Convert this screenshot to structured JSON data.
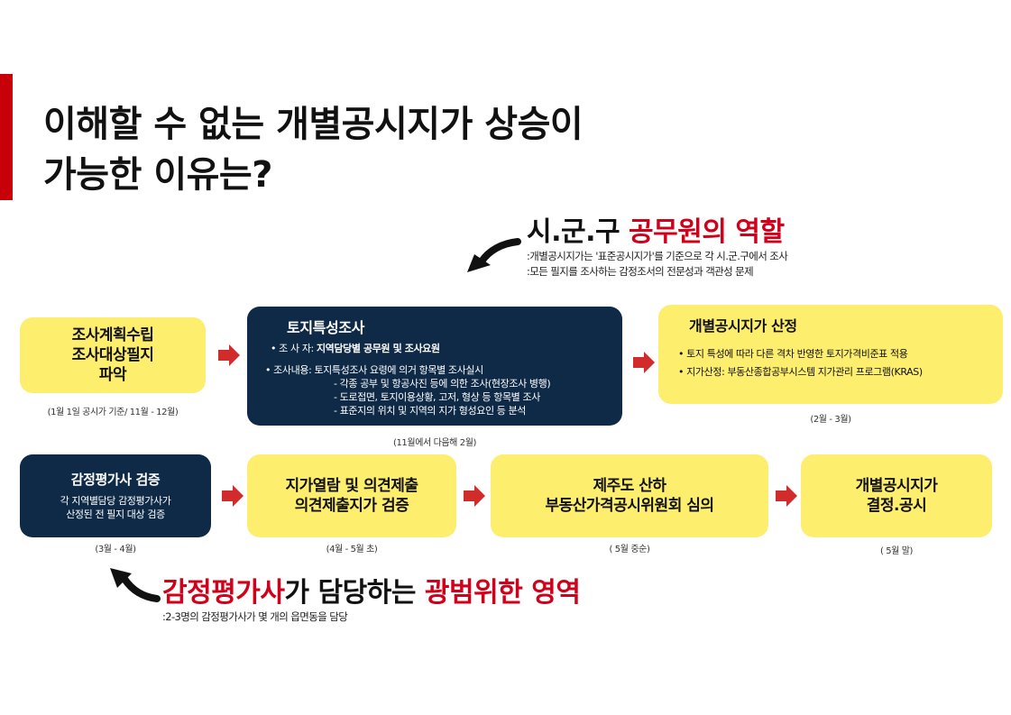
{
  "title": {
    "line1": "이해할 수 없는 개별공시지가 상승이",
    "line2": "가능한 이유는?"
  },
  "role": {
    "heading_black": "시.군.구",
    "heading_red": "공무원의 역할",
    "note1": ":개별공시지가는 '표준공시지가'를 기준으로 각 시.군.구에서 조사",
    "note2": ":모든 필지를 조사하는 감정조서의 전문성과 객관성 문제"
  },
  "steps": {
    "plan": {
      "line1": "조사계획수립",
      "line2": "조사대상필지",
      "line3": "파악",
      "caption": "(1월 1일 공시가 기준/ 11월 - 12월)"
    },
    "survey": {
      "title": "토지특성조사",
      "surveyor_label": "•   조   사   자: ",
      "surveyor_value": "지역담당별 공무원 및 조사요원",
      "content_label": "•  조사내용: 토지특성조사 요령에 의거 항목별 조사실시",
      "detail1": "- 각종 공부 및 항공사진 등에 의한 조사(현장조사 병행)",
      "detail2": "- 도로접면, 토지이용상황, 고저, 형상 등 항목별 조사",
      "detail3": "- 표준지의 위치 및 지역의 지가 형성요인 등 분석",
      "caption": "(11월에서 다음해 2월)"
    },
    "calc": {
      "title": "개별공시지가 산정",
      "bullet1": "•  토지 특성에 따라 다른 격차 반영한 토지가격비준표 적용",
      "bullet2": "•  지가산정: 부동산종합공부시스템 지가관리 프로그램(KRAS)",
      "caption": "(2월 - 3월)"
    },
    "appraiser": {
      "title": "감정평가사 검증",
      "desc1": "각 지역별담당 감정평가사가",
      "desc2": "산정된 전 필지 대상 검증",
      "caption": "(3월 - 4월)"
    },
    "review": {
      "line1": "지가열람 및 의견제출",
      "line2": "의견제출지가 검증",
      "caption": "(4월 - 5월 초)"
    },
    "committee": {
      "line1": "제주도 산하",
      "line2": "부동산가격공시위원회 심의",
      "caption": "( 5월 중순)"
    },
    "announce": {
      "line1": "개별공시지가",
      "line2": "결정.공시",
      "caption": "( 5월 말)"
    }
  },
  "appraisal": {
    "heading_red1": "감정평가사",
    "heading_black1": "가 담당하는 ",
    "heading_red2": "광범위한 영역",
    "note": ":2-3명의 감정평가사가 몇 개의 읍면동을 담당"
  },
  "colors": {
    "accent_red": "#c8000a",
    "heading_red": "#d0021b",
    "box_yellow": "#fdee6e",
    "box_navy": "#0e2a47",
    "arrow_red": "#d12b2b"
  },
  "icons": [
    "curved-arrow-icon",
    "right-arrow-icon"
  ]
}
